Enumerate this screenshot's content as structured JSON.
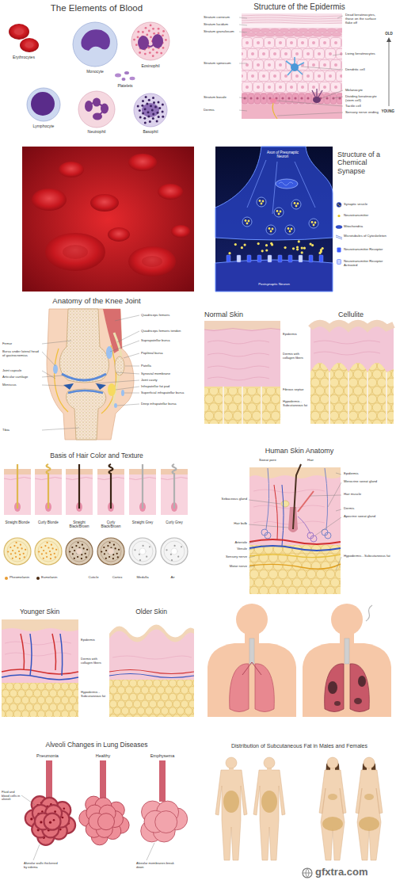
{
  "diagram": {
    "labels": [
      "The Elements of Blood",
      "Erythrocytes",
      "Monocyte",
      "Eosinophil",
      "Platelets",
      "Lymphocyte",
      "Neutrophil",
      "Basophil",
      "Structure of the Epidermis",
      "Stratum corneum",
      "Stratum lucidum",
      "Stratum granulosum",
      "Stratum spinosum",
      "Stratum basale",
      "Dermis",
      "Dead keratinocytes, those on the surface flake off",
      "Living keratinocytes",
      "Dendritic cell",
      "Melanocyte",
      "Dividing keratinocyte (stem cell)",
      "Tactile cell",
      "Sensory nerve ending",
      "OLD",
      "YOUNG",
      "Axon of Presynaptic Neuron",
      "Structure of a Chemical Synapse",
      "Postsynaptic Neuron",
      "Anatomy of the Knee Joint",
      "Femur",
      "Bursa under lateral head of gastrocnemius",
      "Joint capsule",
      "Articular cartilage",
      "Meniscus",
      "Tibia",
      "Quadriceps femoris",
      "Quadriceps femoris tendon",
      "Suprapatellar bursa",
      "Popliteal bursa",
      "Patella",
      "Synovial membrane",
      "Joint cavity",
      "Infrapatellar fat pad",
      "Superficial infrapatellar bursa",
      "Deep infrapatellar bursa",
      "Normal Skin",
      "Cellulite",
      "Epidermis",
      "Dermis with collagen fibers",
      "Fibrous septae",
      "Hypodermis - Subcutaneous fat",
      "Basis of Hair Color and Texture",
      "Straight Blonde",
      "Curly Blonde",
      "Straight Black/Brown",
      "Curly Black/Brown",
      "Straight Grey",
      "Curly Grey",
      "Cuticle",
      "Cortex",
      "Medulla",
      "Air",
      "Human Skin Anatomy",
      "Sweat pore",
      "Hair",
      "Sebaceous gland",
      "Hair bulb",
      "Arteriole",
      "Venule",
      "Sensory nerve",
      "Motor nerve",
      "Epidermis",
      "Merocrine sweat gland",
      "Hair muscle",
      "Dermis",
      "Apocrine sweat gland",
      "Hypodermis - Subcutaneous fat",
      "Younger Skin",
      "Older Skin",
      "Epidermis",
      "Dermis with collagen fibers",
      "Hypodermis - Subcutaneous fat",
      "Alveoli Changes in Lung Diseases",
      "Pneumonia",
      "Healthy",
      "Emphysema",
      "Fluid and blood cells in alveoli",
      "Alveolar walls thickened by edema",
      "Alveolar membranes break down",
      "Distribution of Subcutaneous Fat in Males and Females",
      "gfxtra.com"
    ],
    "legend": [
      {
        "text": "Synaptic vesicle"
      },
      {
        "text": "Neurotransmitter"
      },
      {
        "text": "Mitochondria"
      },
      {
        "text": "Microtubules of Cytoskeleton"
      },
      {
        "text": "Neurotransmitter Receptor"
      },
      {
        "text": "Neurotransmitter Receptor Activated"
      },
      {
        "text": "Pheomelanin",
        "color": "#e89a30"
      },
      {
        "text": "Eumelanin",
        "color": "#4a2a10"
      }
    ]
  }
}
